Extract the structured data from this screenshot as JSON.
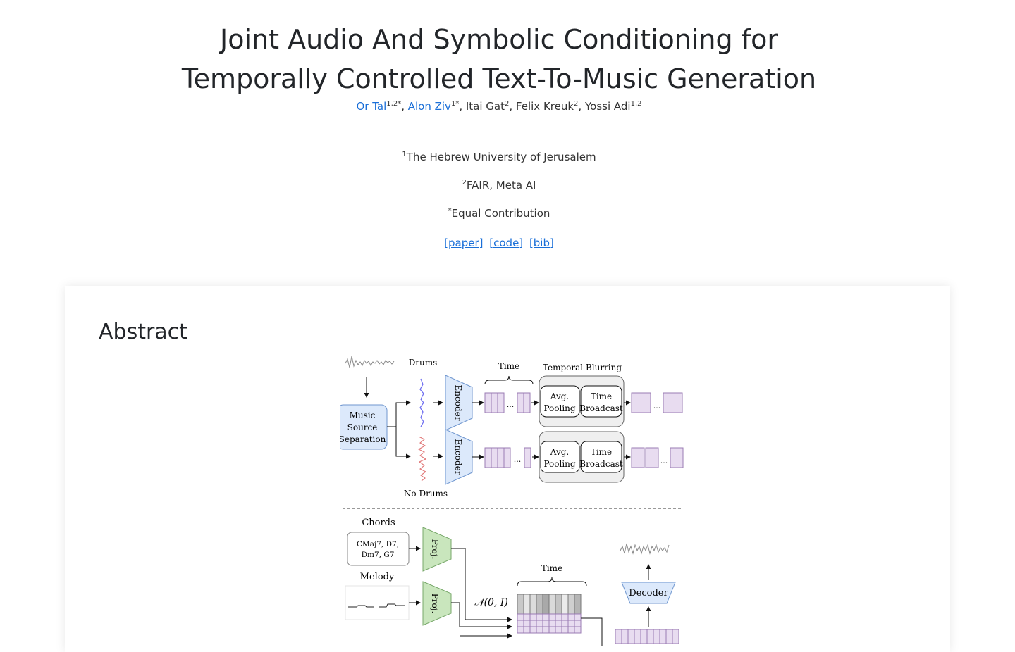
{
  "page": {
    "title_line1": "Joint Audio And Symbolic Conditioning for",
    "title_line2": "Temporally Controlled Text-To-Music Generation"
  },
  "authors": [
    {
      "name": "Or Tal",
      "sup": "1,2*",
      "link": true
    },
    {
      "name": "Alon Ziv",
      "sup": "1*",
      "link": true
    },
    {
      "name": "Itai Gat",
      "sup": "2",
      "link": false
    },
    {
      "name": "Felix Kreuk",
      "sup": "2",
      "link": false
    },
    {
      "name": "Yossi Adi",
      "sup": "1,2",
      "link": false
    }
  ],
  "affiliations": [
    {
      "sup": "1",
      "text": "The Hebrew University of Jerusalem"
    },
    {
      "sup": "2",
      "text": "FAIR, Meta AI"
    },
    {
      "sup": "*",
      "text": "Equal Contribution"
    }
  ],
  "links": [
    "[paper]",
    "[code]",
    "[bib]"
  ],
  "abstract": {
    "heading": "Abstract",
    "figure": {
      "drums": "Drums",
      "no_drums": "No Drums",
      "music_source_separation": [
        "Music",
        "Source",
        "Separation"
      ],
      "encoder": "Encoder",
      "time": "Time",
      "temporal_blurring": "Temporal Blurring",
      "avg_pooling": [
        "Avg.",
        "Pooling"
      ],
      "time_broadcast": [
        "Time",
        "Broadcast"
      ],
      "ellipsis": "...",
      "chords": "Chords",
      "chords_value": [
        "CMaj7, D7,",
        "Dm7, G7"
      ],
      "melody": "Melody",
      "proj": "Proj.",
      "noise": "𝒩(0, I)",
      "decoder": "Decoder"
    }
  },
  "colors": {
    "link": "#1a6fd8",
    "box_blue_fill": "#dce9fb",
    "box_blue_stroke": "#6f96cf",
    "token_fill": "#e8dcf0",
    "token_stroke": "#9a7bb3",
    "proj_fill": "#c9e6bd",
    "proj_stroke": "#78a86a"
  }
}
